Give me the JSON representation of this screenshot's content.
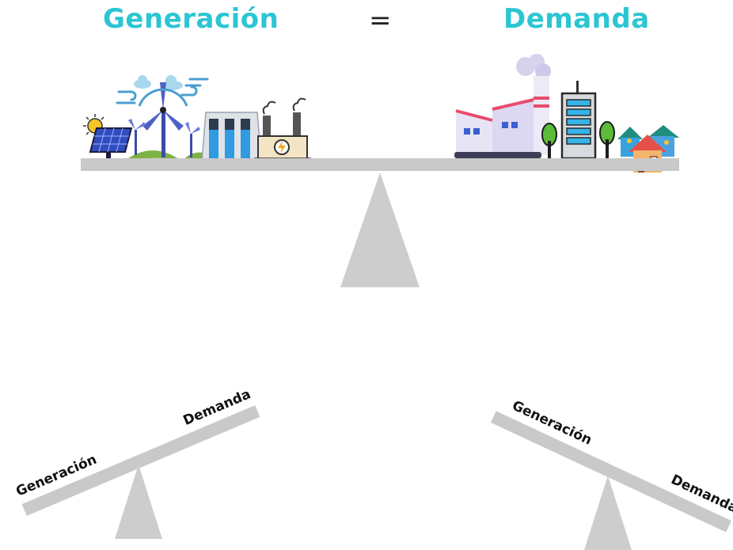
{
  "top": {
    "generation_label": "Generación",
    "equals_sign": "=",
    "demand_label": "Demanda"
  },
  "left_scale": {
    "left_label": "Generación",
    "right_label": "Demanda"
  },
  "right_scale": {
    "left_label": "Generación",
    "right_label": "Demanda"
  },
  "colors": {
    "title": "#2cc5d3",
    "beam": "#c9c9c9",
    "fulcrum": "#cdcdcd"
  },
  "icons": [
    "sun-icon",
    "solar-panel-icon",
    "wind-turbine-icon",
    "cloud-icon",
    "wind-icon",
    "hydro-dam-icon",
    "power-plant-icon",
    "factory-icon",
    "office-building-icon",
    "tree-icon",
    "houses-icon"
  ]
}
